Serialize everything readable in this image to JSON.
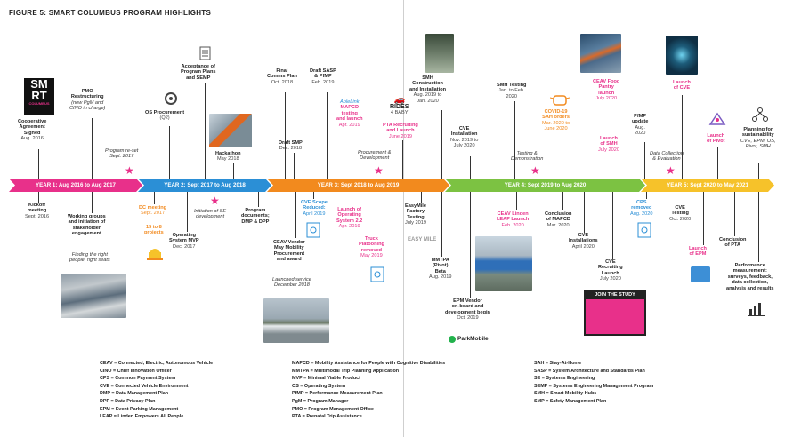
{
  "figure_title": "FIGURE 5: SMART COLUMBUS PROGRAM HIGHLIGHTS",
  "logo": {
    "line1": "SM",
    "line2": "RT",
    "line3": "COLUMBUS"
  },
  "years": [
    {
      "label": "YEAR 1: Aug 2016 to Aug 2017",
      "color": "#e8308a"
    },
    {
      "label": "YEAR 2: Sept 2017 to Aug 2018",
      "color": "#2b8fd6"
    },
    {
      "label": "YEAR 3: Sept 2018 to Aug 2019",
      "color": "#f28a1e"
    },
    {
      "label": "YEAR 4: Sept 2019 to Aug 2020",
      "color": "#7cc242"
    },
    {
      "label": "YEAR 5: Sept 2020 to May 2021",
      "color": "#f6c22a"
    }
  ],
  "events": {
    "coop": {
      "title": "Cooperative\nAgreement\nSigned",
      "date": "Aug. 2016"
    },
    "pmo": {
      "title": "PMO\nRestructuring",
      "italic": "(new PgM and\nCINO in charge)"
    },
    "reset": {
      "italic": "Program re-set\nSept. 2017"
    },
    "os_proc": {
      "title": "OS Procurement",
      "date": "(Q2)"
    },
    "accept": {
      "title": "Acceptance of\nProgram Plans\nand SEMP"
    },
    "hackathon": {
      "title": "Hackathon",
      "date": "May 2018"
    },
    "final_comms": {
      "title": "Final\nComms Plan",
      "date": "Oct. 2018"
    },
    "draft_sasp": {
      "title": "Draft SASP\n& PfMP",
      "date": "Feb. 2019"
    },
    "draft_smp": {
      "title": "Draft SMP",
      "date": "Dec. 2018"
    },
    "mapcd_test": {
      "title": "MAPCD\ntesting\nand launch",
      "date": "Apr. 2019"
    },
    "proc_dev": {
      "italic": "Procurement &\nDevelopment"
    },
    "pta_recruit": {
      "title": "PTA Recruiting\nand Launch",
      "date": "June 2019"
    },
    "rides_logo": {
      "line1": "RIDES",
      "line2": "4 BABY"
    },
    "smh": {
      "title": "SMH\nConstruction\nand Installation",
      "date": "Aug. 2019 to\nJan. 2020"
    },
    "cve_install": {
      "title": "CVE\nInstallation",
      "date": "Nov. 2019 to\nJuly 2020"
    },
    "smh_testing": {
      "title": "SMH Testing",
      "date": "Jan. to Feb.\n2020"
    },
    "covid": {
      "title": "COVID-19\nSAH orders",
      "date": "Mar. 2020 to\nJune 2020"
    },
    "testing_demo": {
      "italic": "Testing &\nDemonstration"
    },
    "ceav_food": {
      "title": "CEAV Food\nPantry\nlaunch",
      "date": "July 2020"
    },
    "launch_smh": {
      "title": "Launch\nof SMH",
      "date": "July 2020"
    },
    "pfmp": {
      "title": "PfMP\nupdate",
      "date": "Aug.\n2020"
    },
    "data_coll": {
      "italic": "Data Collection\n& Evaluation"
    },
    "launch_cve": {
      "title": "Launch\nof CVE"
    },
    "launch_pivot": {
      "title": "Launch\nof Pivot"
    },
    "planning": {
      "title": "Planning for\nsustainability",
      "italic": "CVE, EPM, OS,\nPivot, SMH"
    },
    "kickoff": {
      "title": "Kickoff\nmeeting",
      "date": "Sept. 2016"
    },
    "working": {
      "title": "Working groups\nand initiation of\nstakeholder\nengagement"
    },
    "finding": {
      "italic": "Finding the right\npeople, right seats"
    },
    "dc_meeting": {
      "title": "DC meeting",
      "date": "Sept. 2017"
    },
    "to8": {
      "title": "15 to 8\nprojects"
    },
    "os_mvp": {
      "title": "Operating\nSystem MVP",
      "date": "Dec. 2017"
    },
    "init_se": {
      "italic": "Initiation of SE\ndevelopment"
    },
    "prog_docs": {
      "title": "Program\ndocuments;\nDMP & DPP"
    },
    "ceav_vendor": {
      "title": "CEAV Vendor\nMay Mobility\nProcurement\nand award"
    },
    "launched_service": {
      "italic": "Launched service\nDecember 2018"
    },
    "cve_scope": {
      "title": "CVE Scope\nReduced:",
      "date": "April 2019"
    },
    "launch_os2": {
      "title": "Launch of\nOperating\nSystem 2.2",
      "date": "Apr. 2019"
    },
    "truck": {
      "title": "Truck\nPlatooning\nremoved",
      "date": "May 2019"
    },
    "easymile": {
      "title": "EasyMile\nFactory\nTesting",
      "date": "July 2019"
    },
    "mmtpa": {
      "title": "MMTPA\n(Pivot)\nBeta",
      "date": "Aug. 2019"
    },
    "epm_vendor": {
      "title": "EPM Vendor\non-board and\ndevelopment begin",
      "date": "Oct. 2019"
    },
    "parkmobile": {
      "label": "ParkMobile"
    },
    "ceav_linden": {
      "title": "CEAV Linden\nLEAP Launch",
      "date": "Feb. 2020"
    },
    "mapcd_conc": {
      "title": "Conclusion\nof MAPCD",
      "date": "Mar. 2020"
    },
    "cve_inst2": {
      "title": "CVE\nInstallations",
      "date": "April 2020"
    },
    "cve_recruit": {
      "title": "CVE\nRecruiting\nLaunch",
      "date": "July 2020"
    },
    "join_study": {
      "label": "JOIN THE STUDY"
    },
    "cps_removed": {
      "title": "CPS\nremoved",
      "date": "Aug. 2020"
    },
    "cve_testing": {
      "title": "CVE\nTesting",
      "date": "Oct. 2020"
    },
    "launch_epm": {
      "title": "Launch\nof EPM"
    },
    "pta_conc": {
      "title": "Conclusion\nof PTA"
    },
    "perf": {
      "title": "Performance\nmeasurement:\nsurveys, feedback,\ndata collection,\nanalysis and results"
    }
  },
  "legend": {
    "col1": [
      "CEAV = Connected, Electric, Autonomous Vehicle",
      "CINO = Chief Innovation Officer",
      "CPS = Common Payment System",
      "CVE = Connected Vehicle Environment",
      "DMP = Data Management Plan",
      "DPP = Data Privacy Plan",
      "EPM = Event Parking Management",
      "LEAP = Linden Empowers All People"
    ],
    "col2": [
      "MAPCD = Mobility Assistance for People with Cognitive Disabilities",
      "MMTPA = Multimodal Trip Planning Application",
      "MVP = Minimal Viable Product",
      "OS = Operating System",
      "PfMP = Performance Measurement Plan",
      "PgM = Program Manager",
      "PMO = Program Management Office",
      "PTA = Prenatal Trip Assistance"
    ],
    "col3": [
      "SAH = Stay-At-Home",
      "SASP = System Architecture and Standards Plan",
      "SE = Systems Engineering",
      "SEMP = Systems Engineering Management Program",
      "SMH = Smart Mobility Hubs",
      "SMP = Safety Management Plan"
    ]
  }
}
